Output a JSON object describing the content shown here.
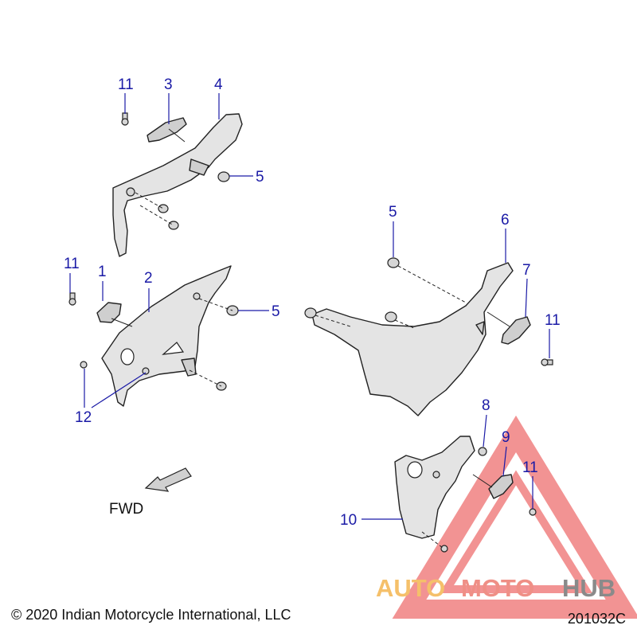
{
  "callouts": [
    {
      "id": "c1",
      "label": "11"
    },
    {
      "id": "c2",
      "label": "3"
    },
    {
      "id": "c3",
      "label": "4"
    },
    {
      "id": "c4",
      "label": "5"
    },
    {
      "id": "c5",
      "label": "5"
    },
    {
      "id": "c6",
      "label": "6"
    },
    {
      "id": "c7",
      "label": "11"
    },
    {
      "id": "c8",
      "label": "1"
    },
    {
      "id": "c9",
      "label": "2"
    },
    {
      "id": "c10",
      "label": "7"
    },
    {
      "id": "c11",
      "label": "5"
    },
    {
      "id": "c12",
      "label": "11"
    },
    {
      "id": "c13",
      "label": "12"
    },
    {
      "id": "c14",
      "label": "8"
    },
    {
      "id": "c15",
      "label": "9"
    },
    {
      "id": "c16",
      "label": "11"
    },
    {
      "id": "c17",
      "label": "10"
    }
  ],
  "direction": {
    "label": "FWD"
  },
  "footer": {
    "copyright": "© 2020 Indian Motorcycle International, LLC",
    "figure_id": "201032C"
  },
  "watermark": {
    "part1": "AUTO",
    "part2": "MOTO",
    "part3": "HUB"
  },
  "colors": {
    "callout": "#1a1aa6",
    "watermark_triangle": "#ee6f6f"
  }
}
